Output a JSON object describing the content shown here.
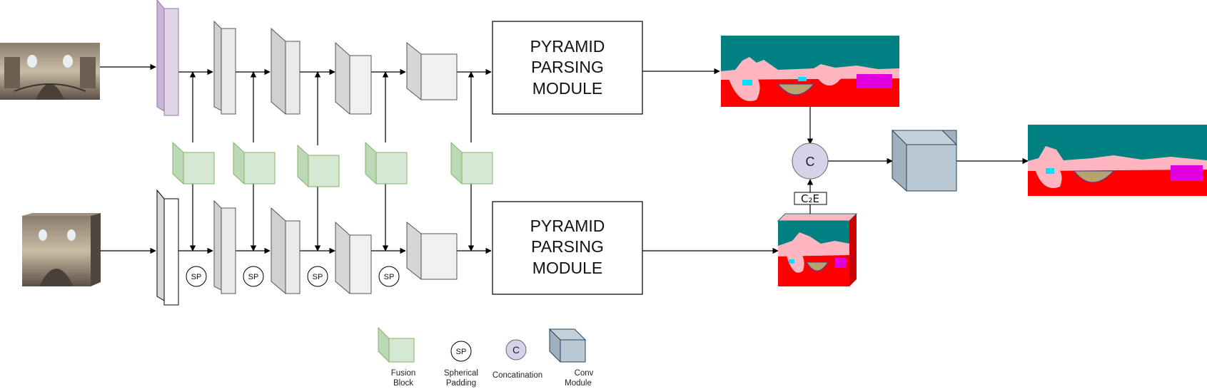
{
  "modules": {
    "top_ppm": [
      "PYRAMID",
      "PARSING",
      "MODULE"
    ],
    "bottom_ppm": [
      "PYRAMID",
      "PARSING",
      "MODULE"
    ]
  },
  "sp_label": "SP",
  "concat_label": "C",
  "c2e_label": "C₂E",
  "legend": {
    "fusion": [
      "Fusion",
      "Block"
    ],
    "sp_icon": "SP",
    "spherical": [
      "Spherical",
      "Padding"
    ],
    "concat_icon": "C",
    "concatenation": "Concatination",
    "conv": [
      "Conv",
      "Module"
    ]
  },
  "colors": {
    "fusion_fill": "#d5e8d4",
    "fusion_stroke": "#82b366",
    "conv_fill": "#bac8d3",
    "conv_stroke": "#23445d",
    "concat_fill": "#d6d3e8",
    "purple_fill": "#e1d5e7",
    "purple_stroke": "#9673a6",
    "seg_teal": "#008080",
    "seg_pink": "#ffb6c1",
    "seg_red": "#ff0000",
    "seg_magenta": "#e000e0"
  }
}
